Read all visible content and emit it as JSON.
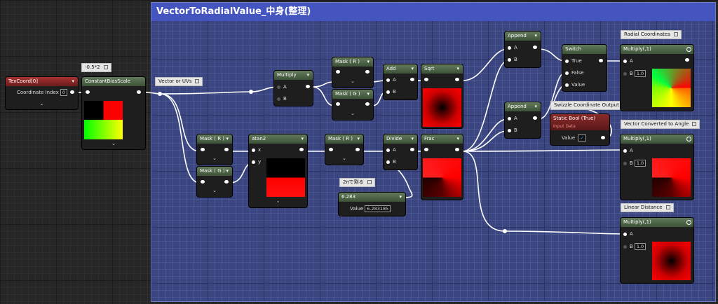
{
  "comment": {
    "title": "VectorToRadialValue_中身(整理)"
  },
  "labels": {
    "bias_value": "-0.5*2",
    "vector_or_uvs": "Vector or UVs",
    "radial_coordinates": "Radial Coordinates",
    "swizzle_output": "Swizzle Coordinate Output",
    "vector_converted": "Vector Converted to Angle",
    "linear_distance": "Linear Distance",
    "two_pi": "2πで割る"
  },
  "nodes": {
    "texcoord": {
      "title": "TexCoord[0]",
      "pin": "Coordinate Index",
      "value": "0"
    },
    "constant_bias_scale": {
      "title": "ConstantBiasScale"
    },
    "multiply_a": {
      "title": "Multiply",
      "a": "A",
      "b": "B"
    },
    "mask_r1": {
      "title": "Mask ( R )"
    },
    "mask_g1": {
      "title": "Mask ( G )"
    },
    "add": {
      "title": "Add",
      "a": "A",
      "b": "B"
    },
    "sqrt": {
      "title": "Sqrt"
    },
    "mask_r2": {
      "title": "Mask ( R )"
    },
    "mask_g2": {
      "title": "Mask ( G )"
    },
    "atan2": {
      "title": "atan2",
      "x": "x",
      "y": "y"
    },
    "mask_r3": {
      "title": "Mask ( R )"
    },
    "divide": {
      "title": "Divide",
      "a": "A",
      "b": "B"
    },
    "frac": {
      "title": "Frac"
    },
    "constant": {
      "title": "6.283",
      "pin": "Value",
      "value": "6.283185"
    },
    "append1": {
      "title": "Append",
      "a": "A",
      "b": "B"
    },
    "append2": {
      "title": "Append",
      "a": "A",
      "b": "B"
    },
    "switch": {
      "title": "Switch",
      "t": "True",
      "f": "False",
      "v": "Value"
    },
    "static_bool": {
      "title": "Static Bool (True)",
      "sub": "Input Data",
      "pin": "Value",
      "check": "✓"
    },
    "mul_radial": {
      "title": "Multiply(,1)",
      "a": "A",
      "b": "B",
      "bval": "1.0"
    },
    "mul_angle": {
      "title": "Multiply(,1)",
      "a": "A",
      "b": "B",
      "bval": "1.0"
    },
    "mul_dist": {
      "title": "Multiply(,1)",
      "a": "A",
      "b": "B",
      "bval": "1.0"
    }
  },
  "icons": {
    "expand": "chevron-down-icon",
    "dropdown": "dropdown-arrow-icon",
    "checkbox": "checkbox-icon"
  },
  "colors": {
    "comment_bg": "#3b4680",
    "comment_title": "#4555bf",
    "node_header_green": "#4d6348",
    "texcoord_header": "#a83232",
    "wire": "#ffffff"
  }
}
